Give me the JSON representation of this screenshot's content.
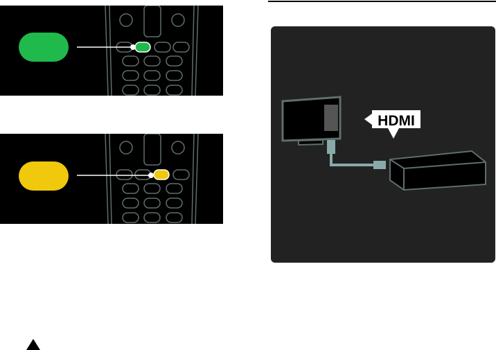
{
  "illustrations": {
    "remote_green": {
      "highlight_color": "#1fba4b",
      "icon": "remote-green-key"
    },
    "remote_yellow": {
      "highlight_color": "#f0c80c",
      "icon": "remote-yellow-key"
    },
    "hdmi": {
      "label": "HDMI",
      "icon": "tv-hdmi-device-connection"
    }
  },
  "colors": {
    "outline": "#5f6f6c",
    "panel": "#222222"
  },
  "warning": {
    "icon": "warning-triangle"
  }
}
